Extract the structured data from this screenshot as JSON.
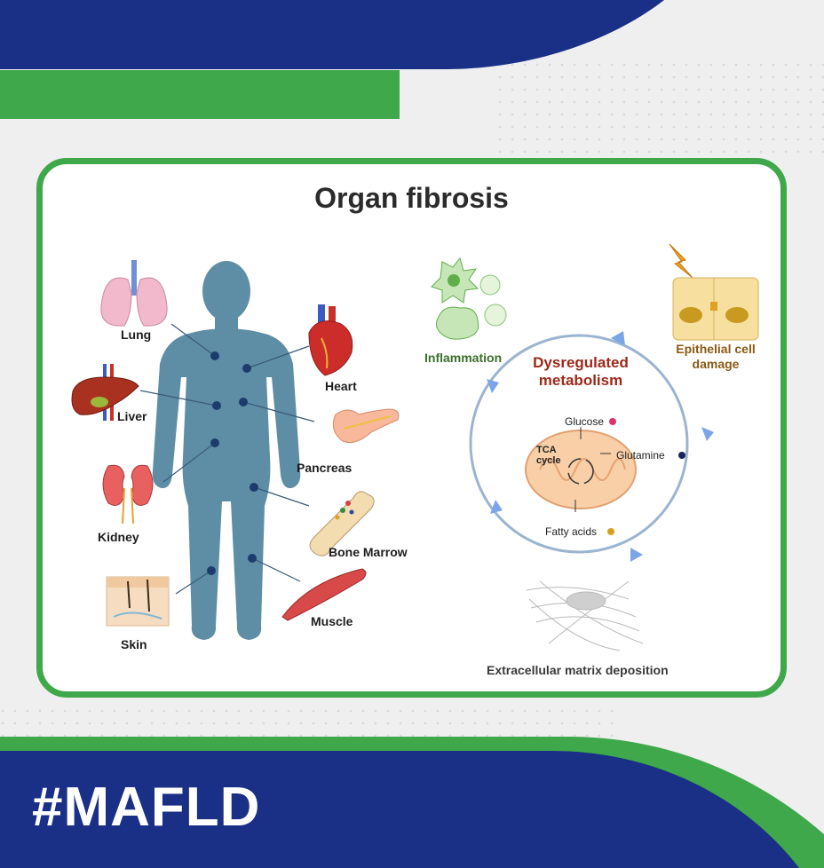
{
  "title": "Organ fibrosis",
  "organs": {
    "lung": "Lung",
    "heart": "Heart",
    "liver": "Liver",
    "pancreas": "Pancreas",
    "kidney": "Kidney",
    "bone_marrow": "Bone Marrow",
    "muscle": "Muscle",
    "skin": "Skin"
  },
  "mechanisms": {
    "inflammation": "Inflammation",
    "epithelial_1": "Epithelial cell",
    "epithelial_2": "damage",
    "dysregulated_1": "Dysregulated",
    "dysregulated_2": "metabolism",
    "glucose": "Glucose",
    "glutamine": "Glutamine",
    "fatty_acids": "Fatty acids",
    "tca_1": "TCA",
    "tca_2": "cycle",
    "ecm": "Extracellular matrix deposition"
  },
  "hashtag": "#MAFLD",
  "colors": {
    "navy": "#1a2f86",
    "green": "#3fa84a",
    "body": "#5e8ea6",
    "dot": "#1c3d6b"
  }
}
